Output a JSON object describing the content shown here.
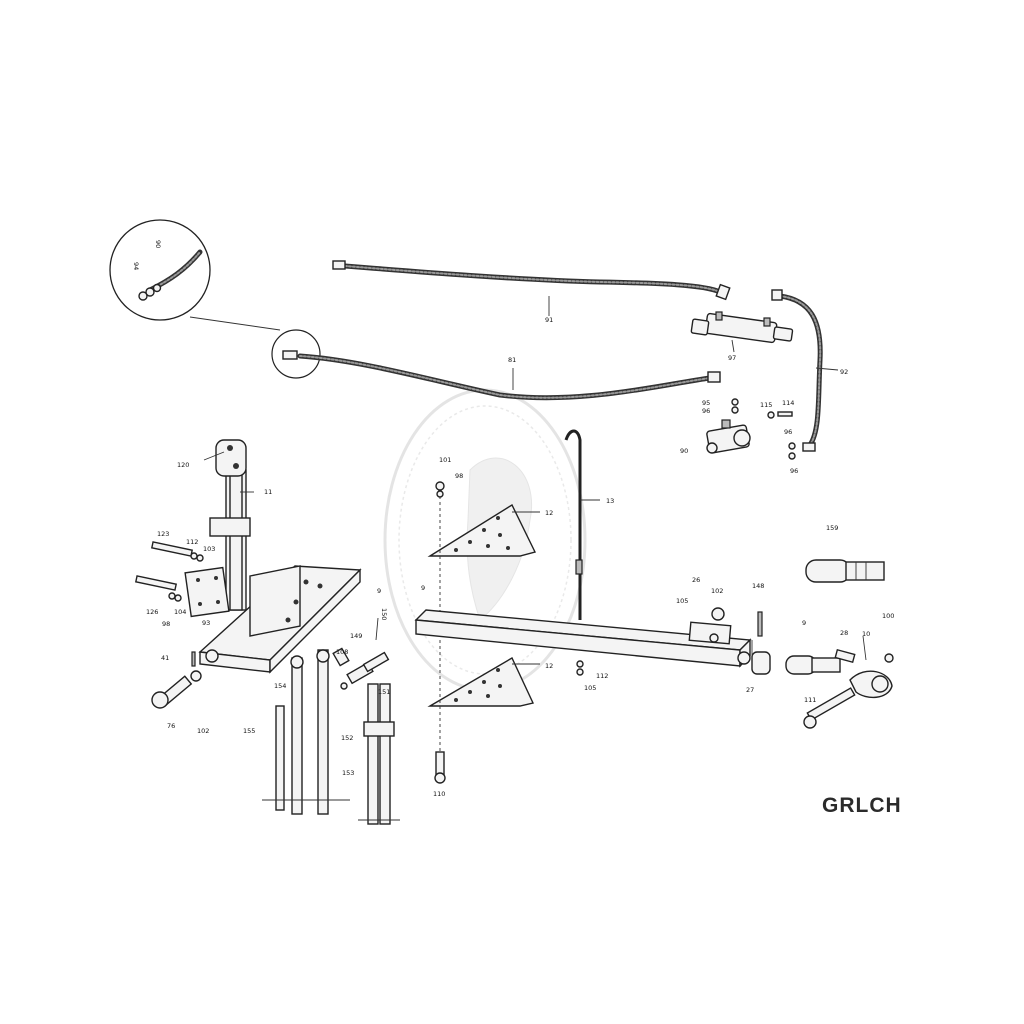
{
  "model_code": "GRLCH",
  "part_numbers": {
    "p90a": "90",
    "p94": "94",
    "p91": "91",
    "p81": "81",
    "p97": "97",
    "p92": "92",
    "p95": "95",
    "p96a": "96",
    "p115": "115",
    "p114": "114",
    "p90b": "90",
    "p96b": "96",
    "p96c": "96",
    "p120": "120",
    "p11": "11",
    "p101": "101",
    "p98a": "98",
    "p12a": "12",
    "p13": "13",
    "p123": "123",
    "p112a": "112",
    "p103": "103",
    "p126": "126",
    "p104": "104",
    "p98b": "98",
    "p93": "93",
    "p9a": "9",
    "p9b": "9",
    "p150": "150",
    "p149": "149",
    "p108": "108",
    "p41": "41",
    "p76": "76",
    "p102a": "102",
    "p154": "154",
    "p155": "155",
    "p153": "153",
    "p152": "152",
    "p151": "151",
    "p12b": "12",
    "p112b": "112",
    "p105a": "105",
    "p110": "110",
    "p26": "26",
    "p105b": "105",
    "p102b": "102",
    "p148": "148",
    "p27": "27",
    "p159": "159",
    "p9c": "9",
    "p28": "28",
    "p10": "10",
    "p100": "100",
    "p111": "111"
  }
}
